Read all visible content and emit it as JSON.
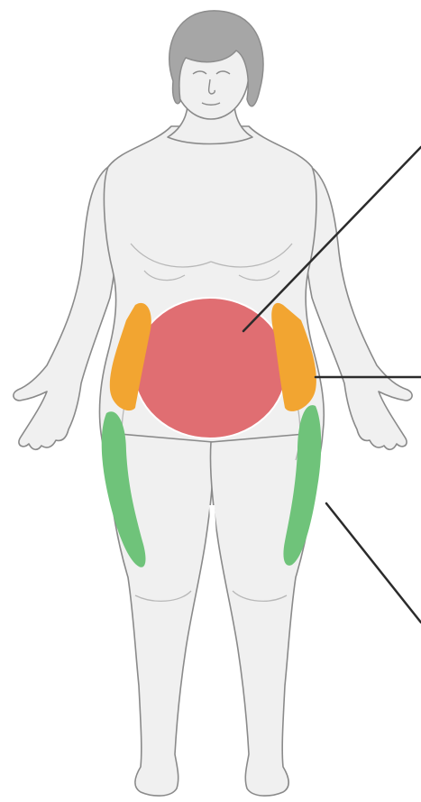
{
  "figure": {
    "subject": "body-fat-distribution",
    "colors": {
      "background": "#ffffff",
      "skin": "#f0f0f0",
      "skin_outline": "#8a8a8a",
      "skin_shadow": "#d2d2d2",
      "hair": "#a6a6a6",
      "hair_shadow": "#8c8c8c",
      "abdominal_fat": "#e06e72",
      "hip_fat": "#f2a531",
      "thigh_fat": "#6fc37a",
      "pointer_line": "#2b2b2b"
    },
    "regions": [
      {
        "id": "abdomen",
        "color_key": "abdominal_fat"
      },
      {
        "id": "hips",
        "color_key": "hip_fat"
      },
      {
        "id": "thighs",
        "color_key": "thigh_fat"
      }
    ]
  }
}
